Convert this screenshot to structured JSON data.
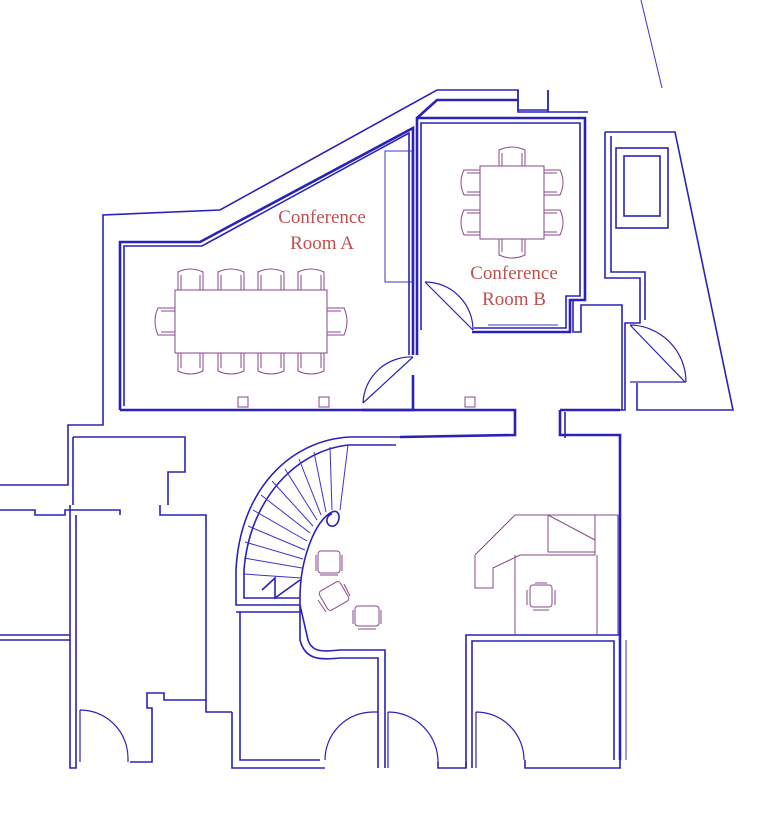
{
  "accent_color": "#c0504d",
  "line_color": "#2a22b8",
  "rooms": [
    {
      "id": "conference-room-a",
      "line1": "Conference",
      "line2": "Room A"
    },
    {
      "id": "conference-room-b",
      "line1": "Conference",
      "line2": "Room B"
    }
  ]
}
